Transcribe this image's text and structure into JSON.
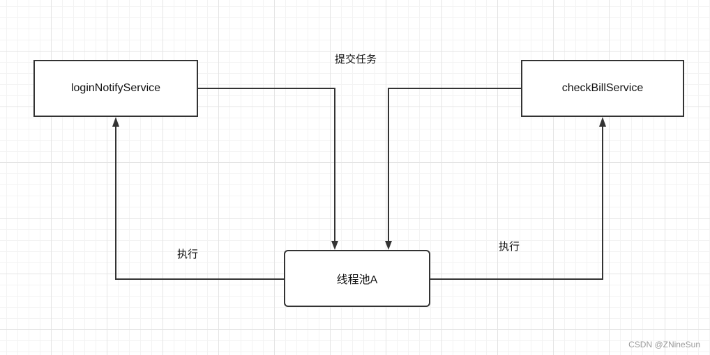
{
  "diagram": {
    "nodes": {
      "login": {
        "label": "loginNotifyService"
      },
      "check": {
        "label": "checkBillService"
      },
      "pool": {
        "label": "线程池A"
      }
    },
    "edge_labels": {
      "submit": "提交任务",
      "execute_left": "执行",
      "execute_right": "执行"
    },
    "watermark": "CSDN @ZNineSun"
  }
}
